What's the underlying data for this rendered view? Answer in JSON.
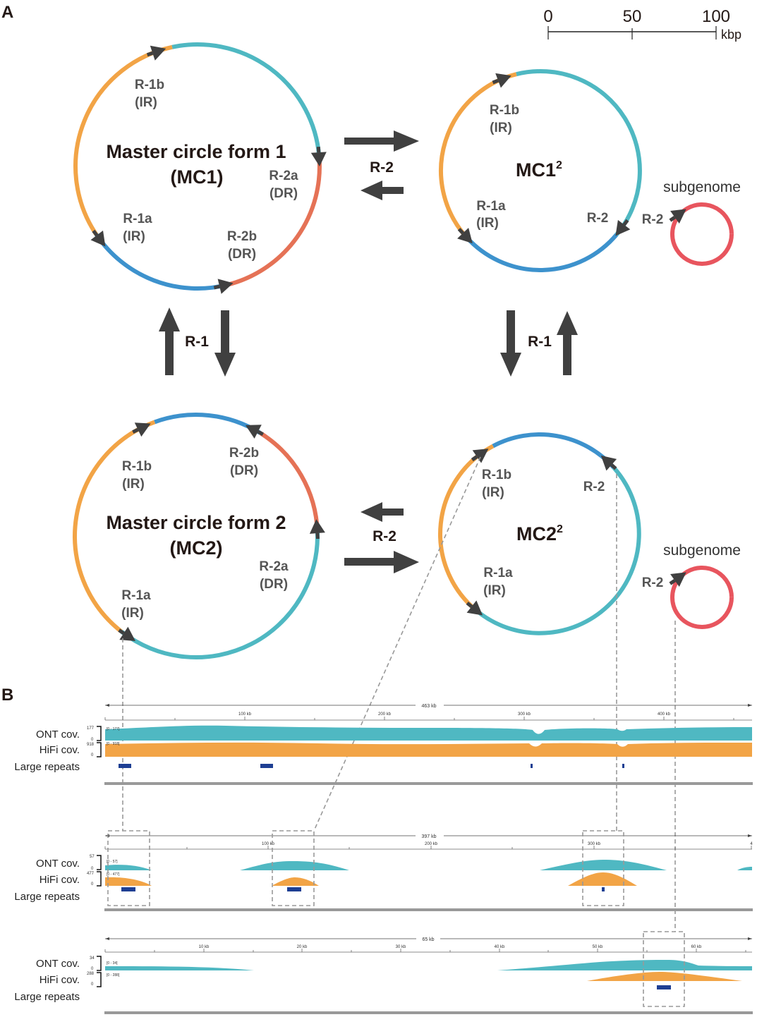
{
  "panel_a": {
    "label": "A",
    "scale_bar": {
      "ticks": [
        "0",
        "50",
        "100"
      ],
      "unit": "kbp"
    },
    "mc1": {
      "title_line1": "Master circle form 1",
      "title_line2": "(MC1)",
      "r1b": "R-1b",
      "r1b_type": "(IR)",
      "r2a": "R-2a",
      "r2a_type": "(DR)",
      "r1a": "R-1a",
      "r1a_type": "(IR)",
      "r2b": "R-2b",
      "r2b_type": "(DR)"
    },
    "mc1_2": {
      "title": "MC1",
      "sup": "2",
      "r1b": "R-1b",
      "r1b_type": "(IR)",
      "r1a": "R-1a",
      "r1a_type": "(IR)",
      "r2": "R-2"
    },
    "subgenome_top": {
      "label": "subgenome",
      "r2": "R-2"
    },
    "mc2": {
      "title_line1": "Master circle form 2",
      "title_line2": "(MC2)",
      "r1b": "R-1b",
      "r1b_type": "(IR)",
      "r2b": "R-2b",
      "r2b_type": "(DR)",
      "r2a": "R-2a",
      "r2a_type": "(DR)",
      "r1a": "R-1a",
      "r1a_type": "(IR)"
    },
    "mc2_2": {
      "title": "MC2",
      "sup": "2",
      "r1b": "R-1b",
      "r1b_type": "(IR)",
      "r2": "R-2",
      "r1a": "R-1a",
      "r1a_type": "(IR)"
    },
    "subgenome_bottom": {
      "label": "subgenome",
      "r2": "R-2"
    },
    "arrows": {
      "top_label": "R-2",
      "left_label": "R-1",
      "right_label": "R-1",
      "bottom_label": "R-2"
    },
    "colors": {
      "orange": "#F2A446",
      "teal": "#4FB8C2",
      "salmon": "#E57256",
      "blue": "#3D92CD",
      "red": "#E8555E",
      "arrow": "#404040"
    }
  },
  "panel_b": {
    "label": "B",
    "track_names": {
      "ont": "ONT cov.",
      "hifi": "HiFi cov.",
      "repeats": "Large repeats"
    },
    "view1": {
      "total": "463 kb",
      "ticks": [
        "100 kb",
        "200 kb",
        "300 kb",
        "400 kb"
      ],
      "ont_max": "177",
      "ont_min": "0",
      "ont_range": "[0 - 177]",
      "hifi_max": "918",
      "hifi_min": "0",
      "hifi_range": "[0 - 918]"
    },
    "view2": {
      "total": "397 kb",
      "ticks": [
        "100 kb",
        "200 kb",
        "300 kb",
        "4"
      ],
      "ont_max": "57",
      "ont_min": "0",
      "ont_range": "[0 - 57]",
      "hifi_max": "477",
      "hifi_min": "0",
      "hifi_range": "[0 - 477]"
    },
    "view3": {
      "total": "65 kb",
      "ticks": [
        "10 kb",
        "20 kb",
        "30 kb",
        "40 kb",
        "50 kb",
        "60 kb"
      ],
      "ont_max": "34",
      "ont_min": "0",
      "ont_range": "[0 - 34]",
      "hifi_max": "288",
      "hifi_min": "0",
      "hifi_range": "[0 - 288]"
    },
    "colors": {
      "ont": "#4FB8C2",
      "hifi": "#F2A446",
      "repeat": "#1E3F93",
      "dashed": "#999999"
    }
  }
}
